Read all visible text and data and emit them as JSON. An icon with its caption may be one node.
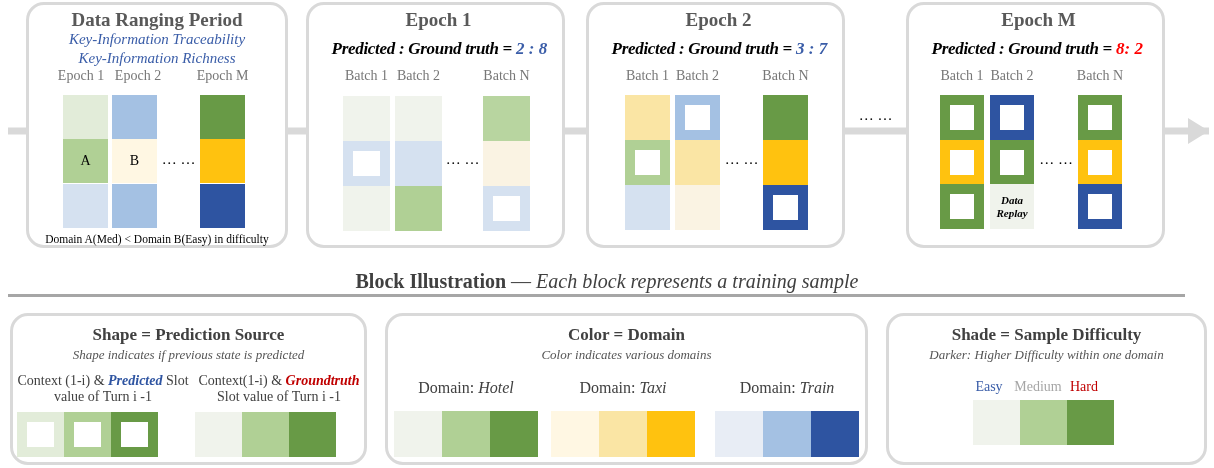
{
  "diagram": {
    "title": "**Block Illustration** — *Each block represents a training sample*",
    "nodes": [
      {
        "text": [
          "Data Ranging Period",
          "Key-Information Traceability",
          "Key-Information Richness",
          "Epoch 1",
          "Epoch 2",
          "Epoch M",
          "… …",
          "Domain A(Med) < Domain B(Easy) in difficulty"
        ]
      },
      {
        "text": [
          "A"
        ],
        "in": 0
      },
      {
        "text": [
          "B"
        ],
        "in": 0
      },
      {
        "text": [
          "Epoch 1",
          "Predicted : Ground truth =",
          "2 : 8",
          "Batch 1",
          "Batch 2",
          "Batch N",
          "… …"
        ]
      },
      {
        "text": [
          "Epoch 2",
          "Predicted : Ground truth =",
          "3 : 7",
          "Batch 1",
          "Batch 2",
          "Batch N",
          "… …"
        ]
      },
      {
        "text": [
          "Epoch M",
          "Predicted : Ground truth =",
          "8: 2",
          "Batch 1",
          "Batch 2",
          "Batch N",
          "… …"
        ]
      },
      {
        "text": [
          "Data Replay"
        ],
        "in": 5
      },
      {
        "text": [
          "Shape = Prediction Source",
          "Shape indicates if previous state is predicted",
          "Context (1-i) & **Predicted** Slot value of Turn i -1",
          "Context(1-i) & **Groundtruth** Slot value of Turn i -1"
        ]
      },
      {
        "text": [
          "Color = Domain",
          "Color indicates various domains",
          "Domain: *Hotel*",
          "Domain: *Taxi*",
          "Domain: *Train*"
        ]
      },
      {
        "text": [
          "Shade = Sample Difficulty",
          "Darker: Higher Difficulty within one domain",
          "Easy",
          "Medium",
          "Hard"
        ]
      }
    ],
    "edges": [
      {
        "from": null,
        "to": 0,
        "arrow": "none"
      },
      {
        "from": 0,
        "to": 3,
        "arrow": "none"
      },
      {
        "from": 3,
        "to": 4,
        "arrow": "none"
      },
      {
        "from": 4,
        "to": 5,
        "arrow": "none",
        "label": "… …"
      },
      {
        "from": 5,
        "to": null,
        "arrow": "to"
      }
    ]
  }
}
